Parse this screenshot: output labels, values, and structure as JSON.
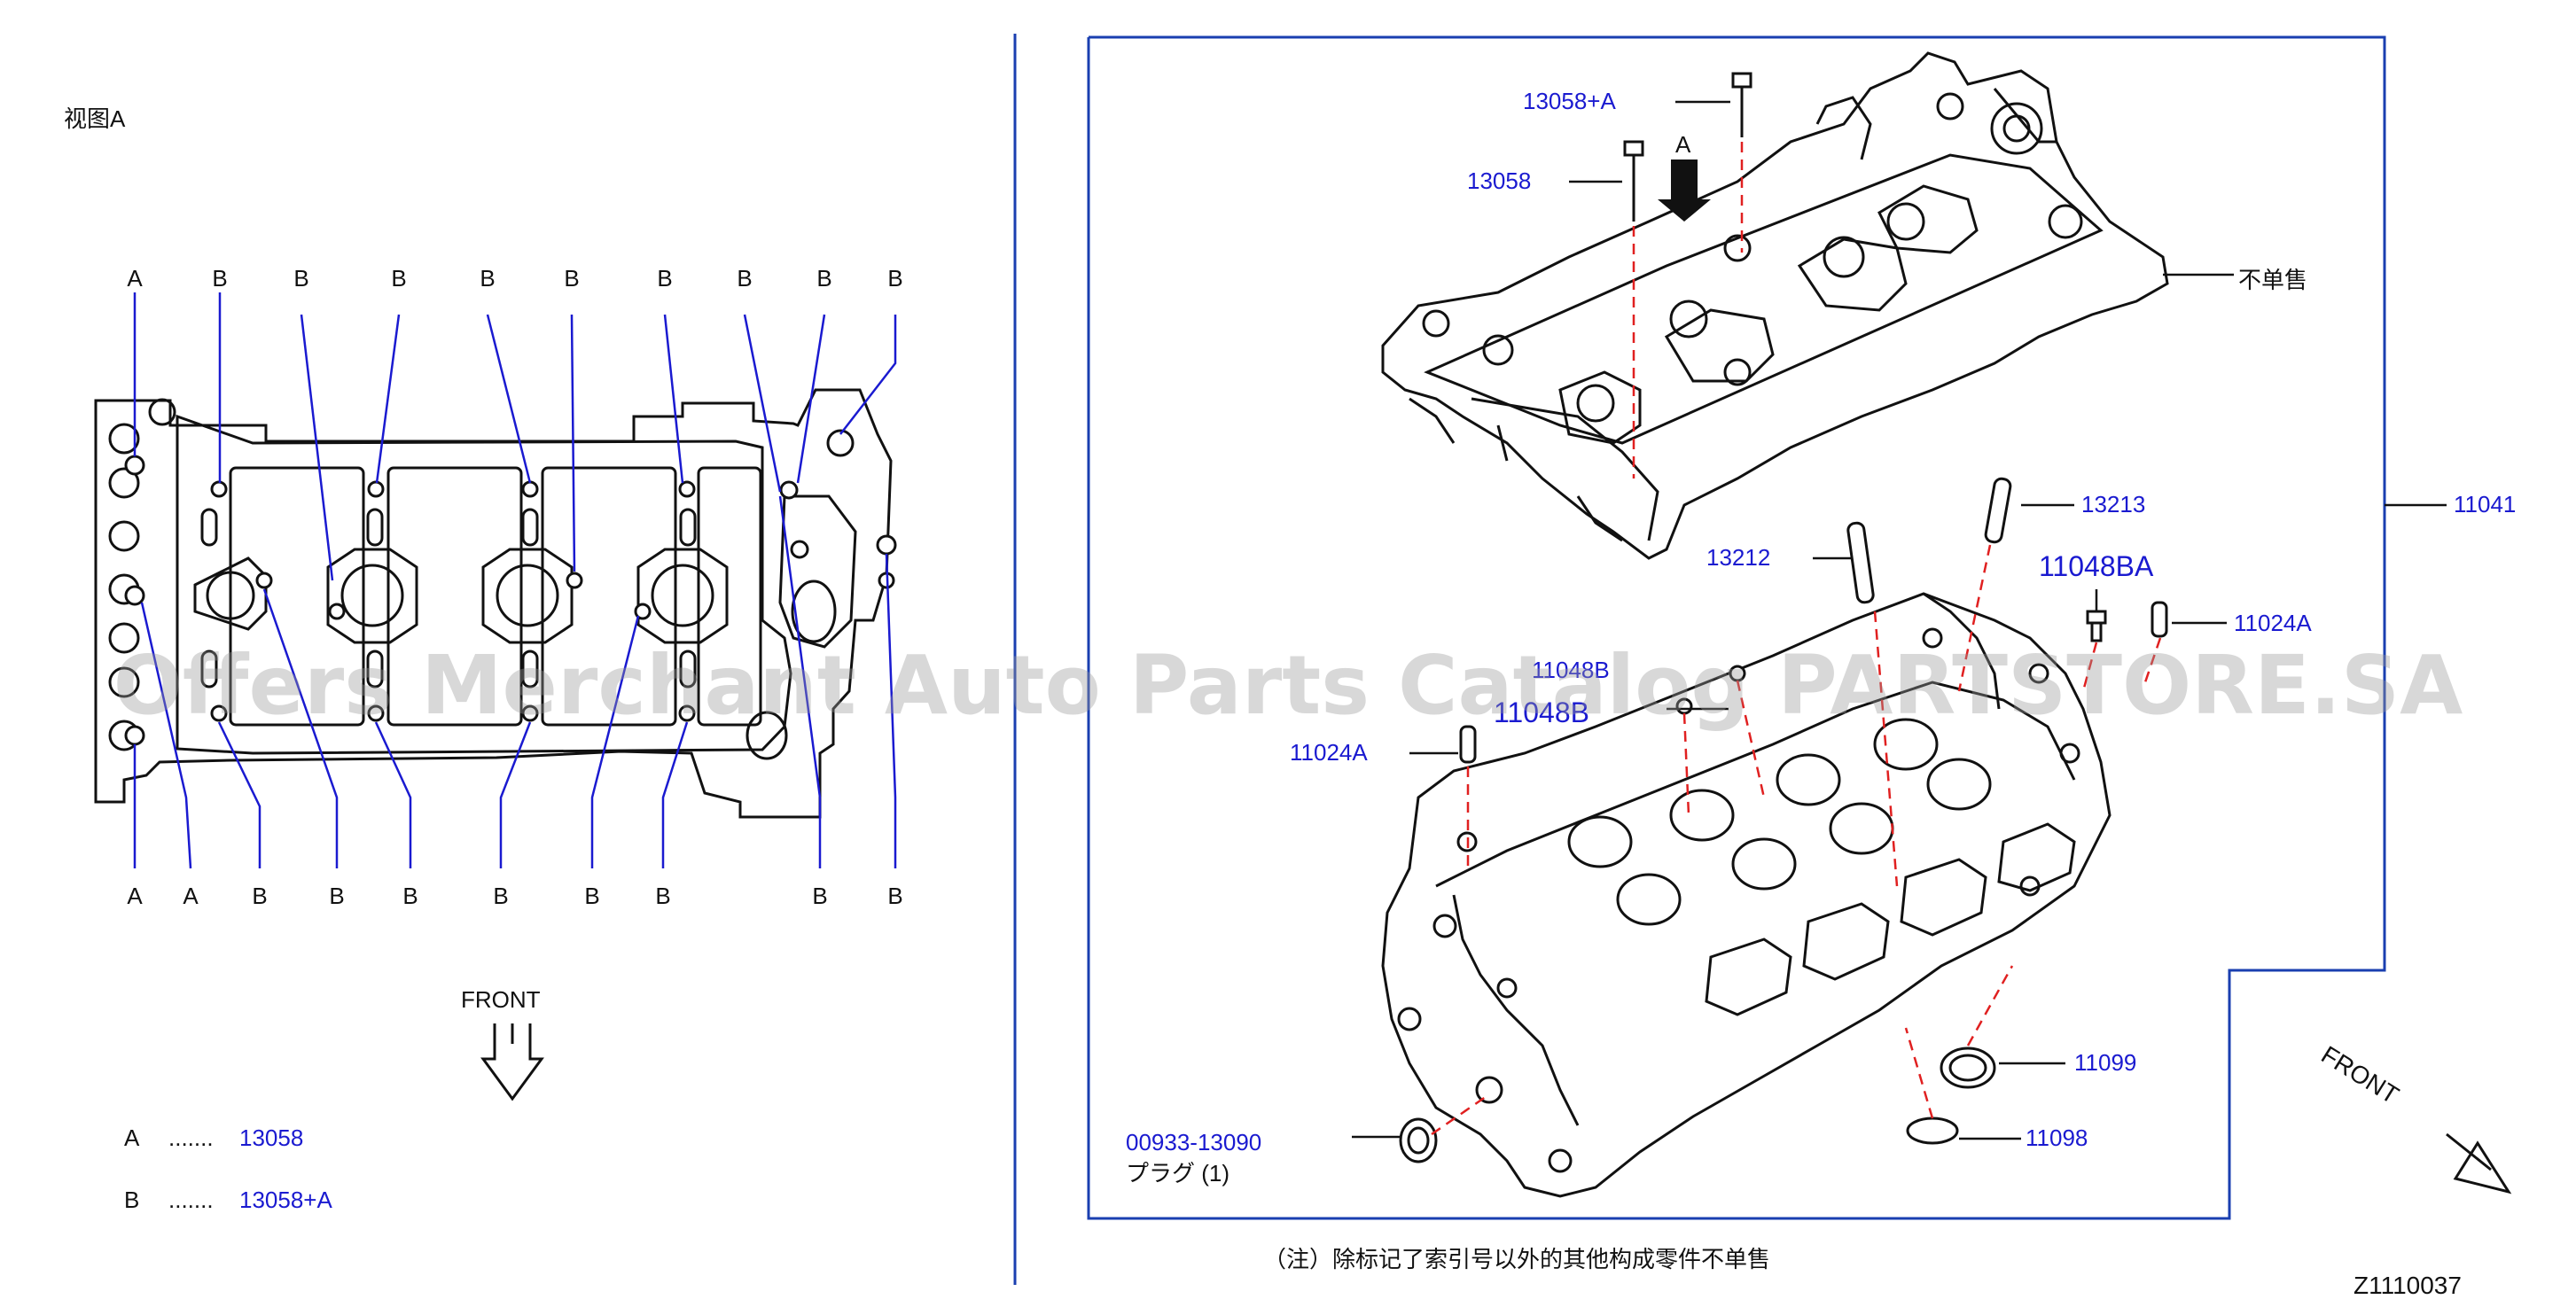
{
  "view_title": "视图A",
  "left_view": {
    "top_letters": [
      "A",
      "B",
      "B",
      "B",
      "B",
      "B",
      "B",
      "B",
      "B",
      "B"
    ],
    "bottom_letters": [
      "A",
      "A",
      "B",
      "B",
      "B",
      "B",
      "B",
      "B",
      "B",
      "B"
    ],
    "front_label": "FRONT",
    "legend": [
      {
        "letter": "A",
        "dots": ".......",
        "part": "13058"
      },
      {
        "letter": "B",
        "dots": ".......",
        "part": "13058+A"
      }
    ]
  },
  "callouts": {
    "p13058A": "13058+A",
    "p13058": "13058",
    "arrowA": "A",
    "not_sold": "不单售",
    "p13213": "13213",
    "p11041": "11041",
    "p13212": "13212",
    "p11048BA": "11048BA",
    "p11024A_r": "11024A",
    "p11048B_small": "11048B",
    "p11048B": "11048B",
    "p11024A_l": "11024A",
    "p11099": "11099",
    "p11098": "11098",
    "p00933": "00933-13090",
    "plug": "プラグ (1)"
  },
  "right_front_label": "FRONT",
  "note": "（注）除标记了索引号以外的其他构成零件不单售",
  "diagram_id": "Z1110037",
  "watermark": "Offers Merchant Auto Parts Catalog PARTSTORE.SA",
  "colors": {
    "callout_blue": "#1a1ad0",
    "leader_red": "#e02020",
    "frame_blue": "#1a3fb0"
  }
}
